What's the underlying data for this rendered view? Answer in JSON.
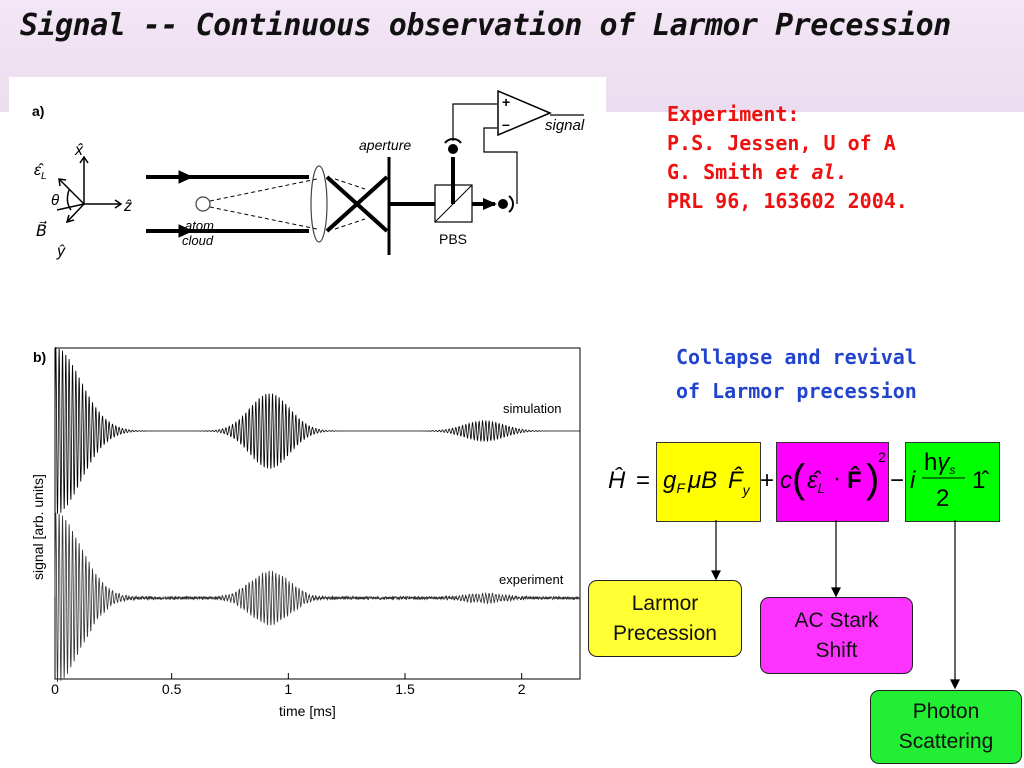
{
  "title": "Signal -- Continuous observation of Larmor Precession",
  "experiment": {
    "heading": "Experiment:",
    "line1": "P.S. Jessen, U of A",
    "line2_a": "G. Smith ",
    "line2_b": "et al.",
    "line3": "PRL 96, 163602 2004."
  },
  "collapse": {
    "line1": "Collapse and revival",
    "line2": "of Larmor precession"
  },
  "setup": {
    "panel_label": "a)",
    "aperture": "aperture",
    "signal": "signal",
    "pbs": "PBS",
    "atom": "atom",
    "cloud": "cloud",
    "x_axis": "x̂",
    "z_axis": "ẑ",
    "y_axis": "ŷ",
    "eps": "ε̂",
    "eps_sub": "L",
    "b_field": "B⃗",
    "theta": "θ",
    "plus": "+",
    "minus": "–"
  },
  "equation": {
    "H": "Ĥ",
    "eq": "=",
    "gF": "g",
    "gF_sub": "F",
    "muB": "μB",
    "Fy": "F̂",
    "Fy_sub": "y",
    "plus": "+",
    "c": "c",
    "eps": "ε̂",
    "eps_sub": "L",
    "dot": "·",
    "F": "F̂",
    "sq": "2",
    "minus": "−",
    "i": "i",
    "hbar": "h",
    "gamma": "γ",
    "gamma_sub": "s",
    "two": "2",
    "one": "1̂",
    "colors": {
      "yellow": "#ffff00",
      "magenta": "#ff00ff",
      "green": "#00ff00"
    }
  },
  "labels": {
    "larmor": [
      "Larmor",
      "Precession"
    ],
    "stark": [
      "AC Stark",
      "Shift"
    ],
    "photon": [
      "Photon",
      "Scattering"
    ]
  },
  "chart_data": {
    "type": "line",
    "panel_label": "b)",
    "xlabel": "time [ms]",
    "ylabel": "signal [arb. units]",
    "xlim": [
      0,
      2.25
    ],
    "x_ticks": [
      "0",
      "0.5",
      "1",
      "1.5",
      "2"
    ],
    "x_tick_values": [
      0,
      0.5,
      1,
      1.5,
      2
    ],
    "grid": false,
    "series": [
      {
        "name": "simulation",
        "envelope_peaks_ms": [
          0,
          0.92,
          1.84
        ],
        "relative_amplitude": [
          1.0,
          0.45,
          0.12
        ]
      },
      {
        "name": "experiment",
        "envelope_peaks_ms": [
          0,
          0.92,
          1.84
        ],
        "relative_amplitude": [
          1.0,
          0.31,
          0.05
        ]
      }
    ]
  }
}
